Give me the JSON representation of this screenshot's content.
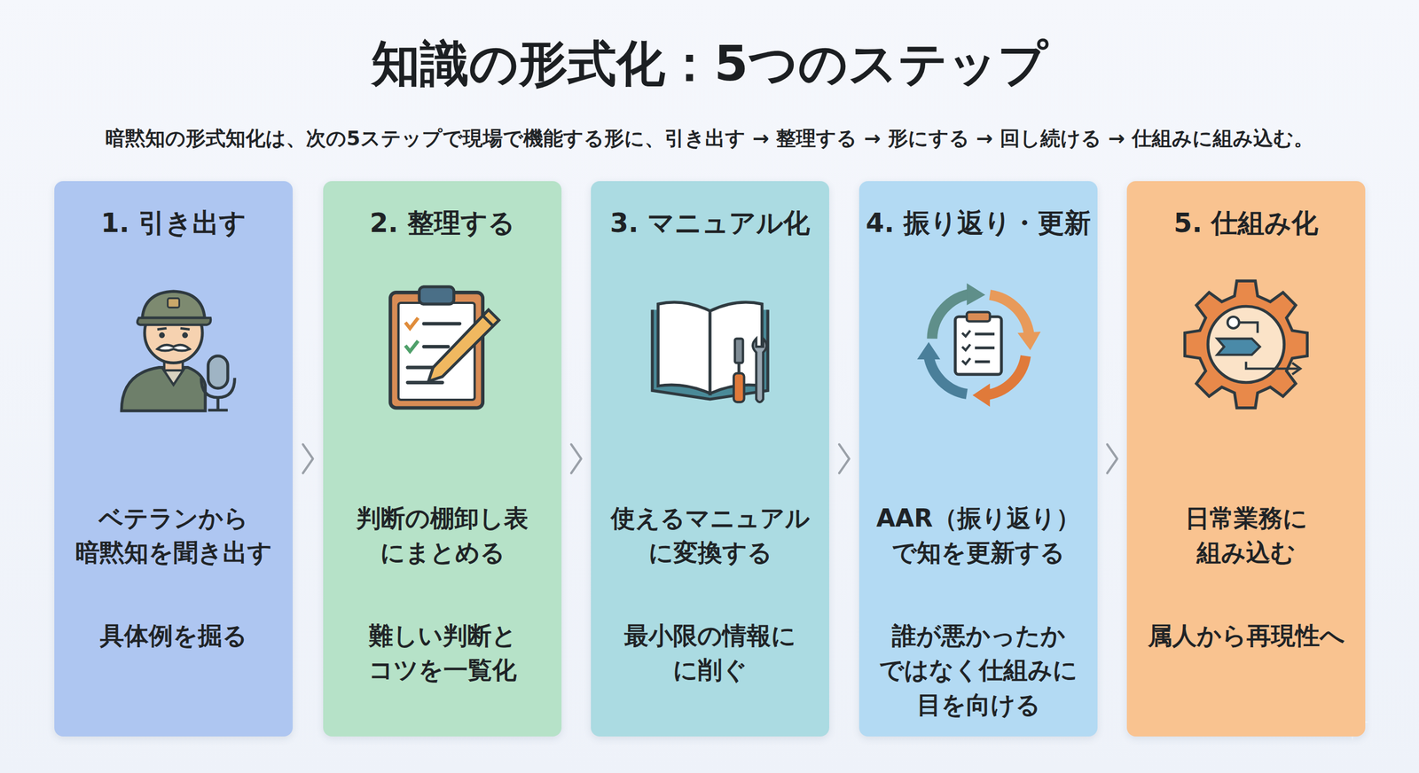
{
  "diagram": {
    "title": "知識の形式化：5つのステップ",
    "caption": "暗黙知の形式知化は、次の5ステップで現場で機能する形に、引き出す → 整理する → 形にする → 回し続ける → 仕組みに組み込む。",
    "nodes": [
      {
        "text": [
          "1. 引き出す",
          "ベテランから 暗黙知を聞き出す",
          "具体例を掘る"
        ]
      },
      {
        "text": [
          "2. 整理する",
          "判断の棚卸し表 にまとめる",
          "難しい判断と コツを一覧化"
        ]
      },
      {
        "text": [
          "3. マニュアル化",
          "使えるマニュアル に変換する",
          "最小限の情報に に削ぐ"
        ]
      },
      {
        "text": [
          "4. 振り返り・更新",
          "AAR（振り返り） で知を更新する",
          "誰が悪かったか ではなく仕組みに 目を向ける"
        ]
      },
      {
        "text": [
          "5. 仕組み化",
          "日常業務に 組み込む",
          "属人から再現性へ"
        ]
      }
    ],
    "edges": [
      {
        "from": 0,
        "to": 1,
        "arrow": "to"
      },
      {
        "from": 1,
        "to": 2,
        "arrow": "to"
      },
      {
        "from": 2,
        "to": 3,
        "arrow": "to"
      },
      {
        "from": 3,
        "to": 4,
        "arrow": "to"
      }
    ]
  }
}
